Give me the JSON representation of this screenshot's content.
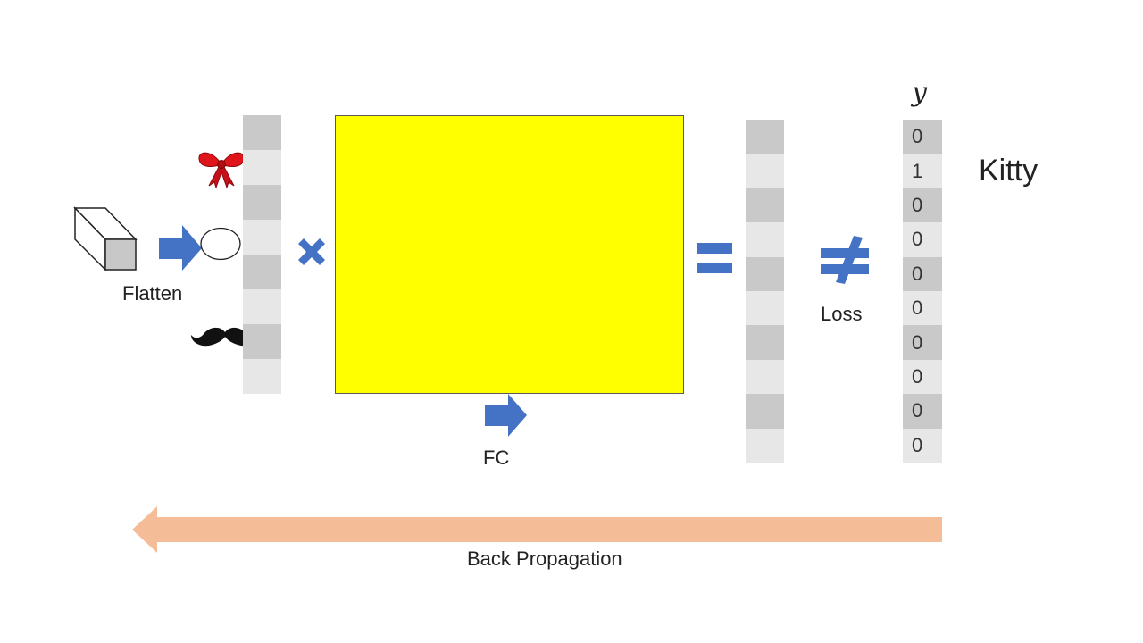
{
  "labels": {
    "flatten": "Flatten",
    "fc": "FC",
    "loss": "Loss",
    "y": "y",
    "class_name": "Kitty",
    "backprop": "Back Propagation"
  },
  "y_vector": [
    "0",
    "1",
    "0",
    "0",
    "0",
    "0",
    "0",
    "0",
    "0",
    "0"
  ],
  "colors": {
    "arrow_blue": "#4472c4",
    "fc_yellow": "#ffff00",
    "backprop_arrow": "#f4bc97",
    "cell_dark": "#c9c9c9",
    "cell_light": "#e7e7e7"
  },
  "icons": {
    "input_block": "3d-box-icon",
    "bow": "ribbon-bow-icon",
    "mustache": "mustache-icon"
  }
}
